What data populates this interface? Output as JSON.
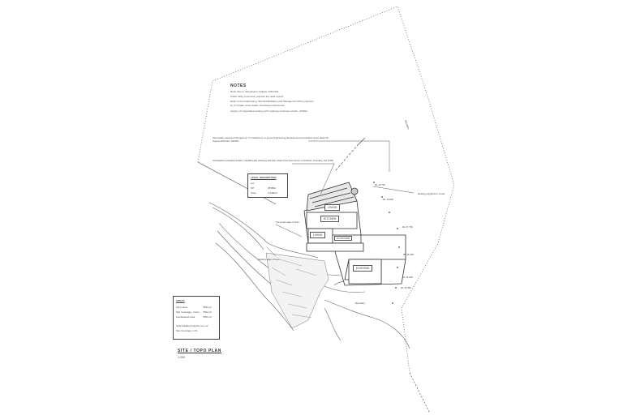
{
  "notes": {
    "title": "NOTES",
    "lines": [
      "Refer also to: Ettinghams Civilaxis 19/6/2021",
      "Public utility connection requires the retail reports",
      "Refer to the landscaping, Site Rehabilitation and Management Plan prepared by K A Adjas, Aines Adjam Landscape Architecture",
      "Clearly of unspecified existing earth retaining structures shown, ZONE4"
    ]
  },
  "legal": {
    "title": "LEGAL DESCRIPTION",
    "rows": [
      {
        "label": "Lot:",
        "value": ""
      },
      {
        "label": "DP:",
        "value": "253894"
      },
      {
        "label": "Area:",
        "value": "3,248m2"
      }
    ]
  },
  "areas": {
    "title": "AREAS",
    "rows": [
      {
        "label": "Floor Area",
        "value": "TBA m2"
      },
      {
        "label": "Site Coverage - lower",
        "value": "TBA m2"
      },
      {
        "label": "Landscaped area",
        "value": "TBA m2"
      }
    ],
    "extra": [
      "Total building footprint  xxx m2",
      "Site Coverage  x.x%"
    ]
  },
  "room_labels": [
    "KITCHEN",
    "LIVING",
    "PLATFORM",
    "LIVING",
    "EXISTING"
  ],
  "annotations": {
    "a1": "Stormwater easement through Lot 7 to Catchment, to as per Engineering Development Consultants report dated 18 August 2020 Ref: 10/2021",
    "a2": "Anticipated excavated location, backfill earth retaining and wall, shape finer lines shown in brushed, boundary, site 1:500",
    "a3": "Surveyed edge of bush",
    "a4": "Existing edge of bush",
    "a5": "Existing neighbour's house",
    "a6": "Boundary",
    "a7": "Boundary"
  },
  "levels": [
    "RL 19.700",
    "RL 19.800",
    "RL 17.700",
    "RL 16.000",
    "RL 16.000",
    "RL 15.800"
  ],
  "caption": "SITE / TOPO PLAN",
  "scale": "1:200"
}
